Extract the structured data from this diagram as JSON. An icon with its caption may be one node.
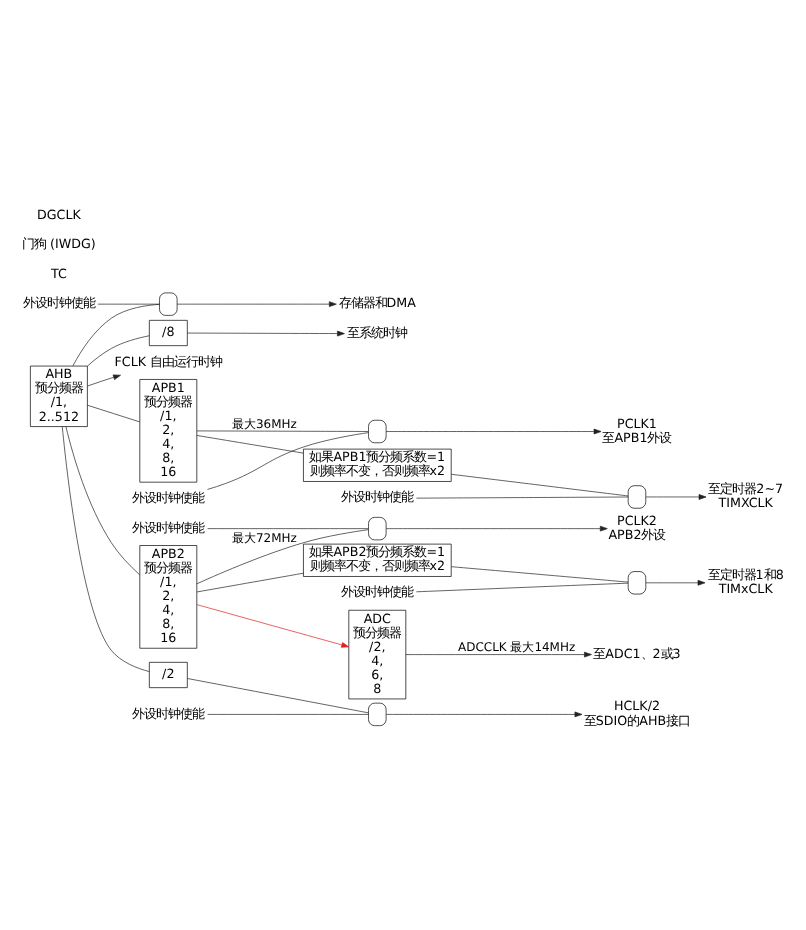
{
  "diagram": {
    "nodes": [
      {
        "text": [
          "AHB 预分频器 /1, 2..512"
        ]
      },
      {
        "text": [],
        "shape": "gate"
      },
      {
        "text": [
          "存储器和DMA"
        ]
      },
      {
        "text": [
          "外设时钟使能"
        ]
      },
      {
        "text": [
          "/8"
        ]
      },
      {
        "text": [
          "至系统时钟"
        ]
      },
      {
        "text": [
          "FCLK 自由运行时钟"
        ]
      },
      {
        "text": [
          "APB1 预分频器 /1, 2, 4, 8, 16"
        ]
      },
      {
        "text": [],
        "shape": "gate"
      },
      {
        "text": [
          "PCLK1",
          "至APB1外设"
        ]
      },
      {
        "text": [
          "外设时钟使能"
        ]
      },
      {
        "text": [
          "如果APB1预分频系数=1 则频率不变，否则频率x2"
        ]
      },
      {
        "text": [],
        "shape": "gate"
      },
      {
        "text": [
          "至定时器2~7",
          "TIMXCLK"
        ]
      },
      {
        "text": [
          "外设时钟使能"
        ]
      },
      {
        "text": [
          "APB2 预分频器 /1, 2, 4, 8, 16"
        ]
      },
      {
        "text": [],
        "shape": "gate"
      },
      {
        "text": [
          "PCLK2",
          "APB2外设"
        ]
      },
      {
        "text": [
          "外设时钟使能"
        ]
      },
      {
        "text": [
          "如果APB2预分频系数=1 则频率不变，否则频率x2"
        ]
      },
      {
        "text": [],
        "shape": "gate"
      },
      {
        "text": [
          "至定时器1和8",
          "TIMxCLK"
        ]
      },
      {
        "text": [
          "外设时钟使能"
        ]
      },
      {
        "text": [
          "ADC 预分频器 /2, 4, 6, 8"
        ]
      },
      {
        "text": [
          "至ADC1、2或3"
        ]
      },
      {
        "text": [
          "/2"
        ]
      },
      {
        "text": [],
        "shape": "gate"
      },
      {
        "text": [
          "HCLK/2",
          "至SDIO的AHB接口"
        ]
      },
      {
        "text": [
          "外设时钟使能"
        ]
      }
    ],
    "edges": [
      {
        "from": 0,
        "to": 1,
        "arrow": "none"
      },
      {
        "from": 1,
        "to": 2,
        "arrow": "to"
      },
      {
        "from": 3,
        "to": 1,
        "arrow": "none"
      },
      {
        "from": 0,
        "to": 4,
        "arrow": "none"
      },
      {
        "from": 4,
        "to": 5,
        "arrow": "to"
      },
      {
        "from": 0,
        "to": 6,
        "arrow": "to"
      },
      {
        "from": 0,
        "to": 7,
        "arrow": "none"
      },
      {
        "from": 7,
        "to": 8,
        "arrow": "none",
        "label": "最大36MHz"
      },
      {
        "from": 8,
        "to": 9,
        "arrow": "to"
      },
      {
        "from": 10,
        "to": 8,
        "arrow": "none"
      },
      {
        "from": 7,
        "to": 11,
        "arrow": "none"
      },
      {
        "from": 11,
        "to": 12,
        "arrow": "none"
      },
      {
        "from": 12,
        "to": 13,
        "arrow": "to"
      },
      {
        "from": 14,
        "to": 12,
        "arrow": "none"
      },
      {
        "from": 0,
        "to": 15,
        "arrow": "none"
      },
      {
        "from": 15,
        "to": 16,
        "arrow": "none",
        "label": "最大72MHz"
      },
      {
        "from": 16,
        "to": 17,
        "arrow": "to"
      },
      {
        "from": 18,
        "to": 16,
        "arrow": "none"
      },
      {
        "from": 15,
        "to": 19,
        "arrow": "none"
      },
      {
        "from": 19,
        "to": 20,
        "arrow": "none"
      },
      {
        "from": 20,
        "to": 21,
        "arrow": "to"
      },
      {
        "from": 22,
        "to": 20,
        "arrow": "none"
      },
      {
        "from": 15,
        "to": 23,
        "arrow": "to",
        "color": "#e02020"
      },
      {
        "from": 23,
        "to": 24,
        "arrow": "to",
        "label": "ADCCLK 最大14MHz"
      },
      {
        "from": 0,
        "to": 25,
        "arrow": "none"
      },
      {
        "from": 25,
        "to": 26,
        "arrow": "none"
      },
      {
        "from": 26,
        "to": 27,
        "arrow": "to"
      },
      {
        "from": 28,
        "to": 26,
        "arrow": "none"
      }
    ],
    "labels": [
      "TC",
      "门狗 (IWDG)",
      "DGCLK"
    ]
  }
}
